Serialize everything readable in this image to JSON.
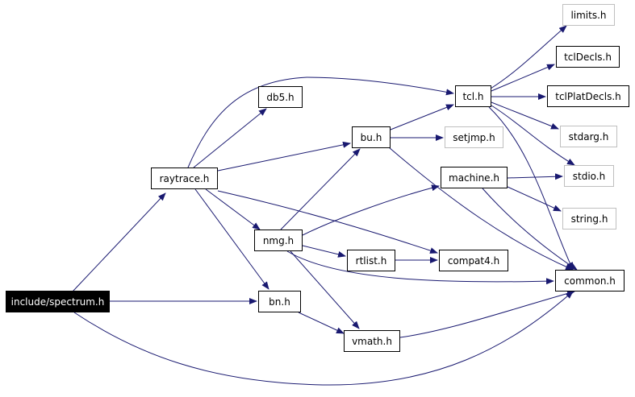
{
  "diagram": {
    "colors": {
      "edge": "#191970",
      "node_border": "#000000",
      "external_border": "#bfbfbf",
      "root_fill": "#000000",
      "root_text": "#ffffff"
    },
    "nodes": {
      "spectrum": "include/spectrum.h",
      "raytrace": "raytrace.h",
      "db5": "db5.h",
      "bu": "bu.h",
      "tcl": "tcl.h",
      "limits": "limits.h",
      "tclDecls": "tclDecls.h",
      "tclPlatDecls": "tclPlatDecls.h",
      "stdarg": "stdarg.h",
      "setjmp": "setjmp.h",
      "machine": "machine.h",
      "stdio": "stdio.h",
      "string": "string.h",
      "nmg": "nmg.h",
      "rtlist": "rtlist.h",
      "compat4": "compat4.h",
      "common": "common.h",
      "bn": "bn.h",
      "vmath": "vmath.h"
    }
  }
}
